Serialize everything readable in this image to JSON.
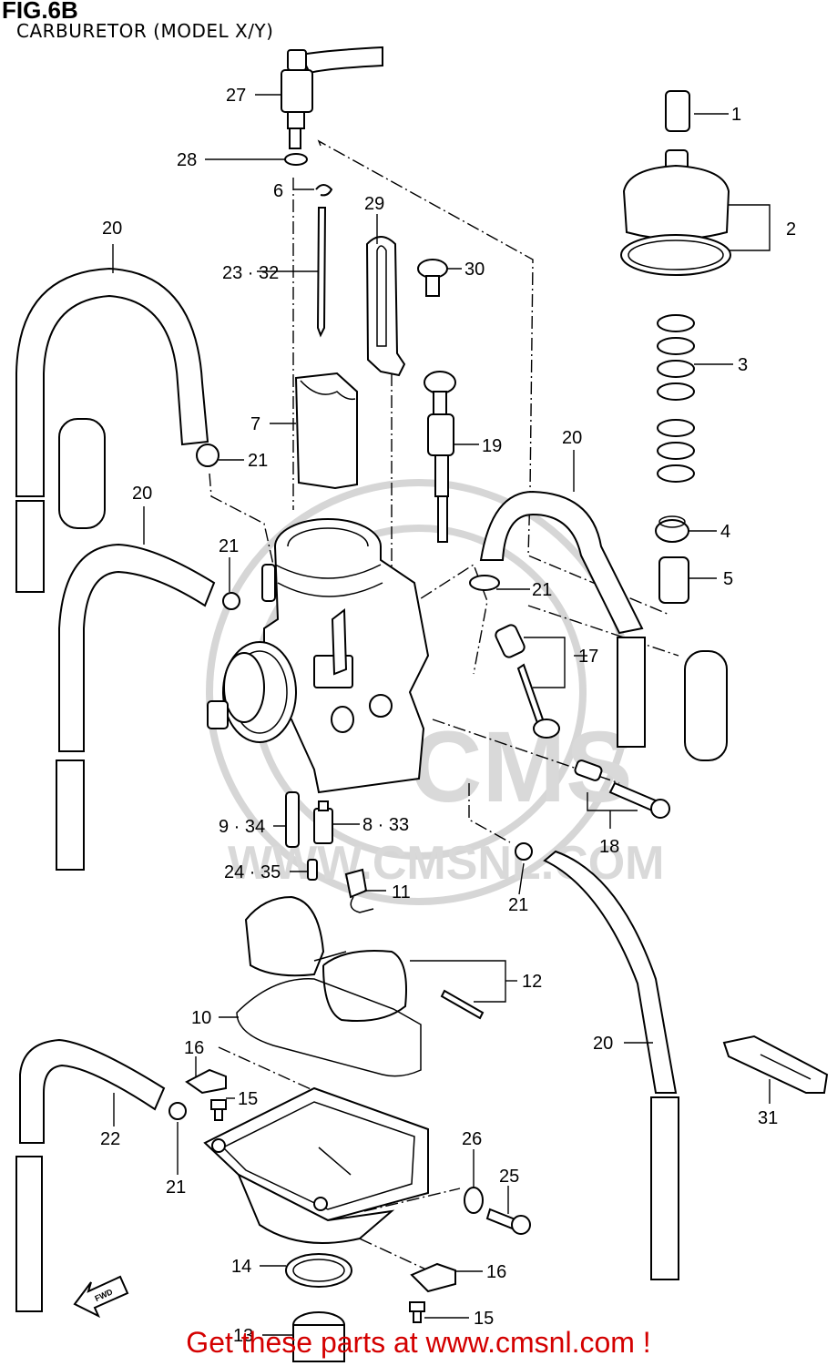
{
  "header": {
    "figure": "FIG.6B",
    "subtitle": "CARBURETOR (MODEL X/Y)"
  },
  "labels": {
    "p1": "1",
    "p2": "2",
    "p3": "3",
    "p4": "4",
    "p5": "5",
    "p6": "6",
    "p7": "7",
    "p8_33": "8 · 33",
    "p9_34": "9 · 34",
    "p10": "10",
    "p11": "11",
    "p12": "12",
    "p13": "13",
    "p14": "14",
    "p15a": "15",
    "p15b": "15",
    "p16a": "16",
    "p16b": "16",
    "p17": "17",
    "p18": "18",
    "p19": "19",
    "p20a": "20",
    "p20b": "20",
    "p20c": "20",
    "p20d": "20",
    "p21a": "21",
    "p21b": "21",
    "p21c": "21",
    "p21d": "21",
    "p21e": "21",
    "p22": "22",
    "p23_32": "23 · 32",
    "p24_35": "24 · 35",
    "p25": "25",
    "p26": "26",
    "p27": "27",
    "p28": "28",
    "p29": "29",
    "p30": "30",
    "p31": "31"
  },
  "watermark": {
    "brand": "CMS",
    "url": "WWW.CMSNL.COM"
  },
  "fwd_marker": "FWD",
  "footer": {
    "text": "Get these parts at www.cmsnl.com !"
  },
  "colors": {
    "footer_text": "#d40000",
    "line": "#000000",
    "watermark": "#d6d6d6"
  }
}
